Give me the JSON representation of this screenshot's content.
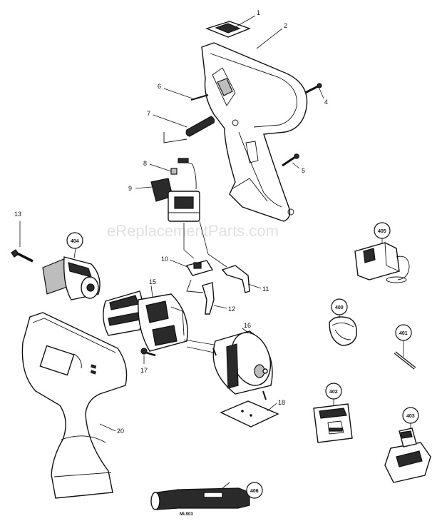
{
  "watermark": "eReplacementParts.com",
  "model_label": "ML903",
  "callouts": {
    "p1": "1",
    "p2": "2",
    "p4": "4",
    "p5": "5",
    "p6": "6",
    "p7": "7",
    "p8": "8",
    "p9": "9",
    "p10": "10",
    "p11": "11",
    "p12": "12",
    "p13": "13",
    "p15": "15",
    "p16": "16",
    "p17": "17",
    "p18": "18",
    "p20": "20",
    "p400": "400",
    "p401": "401",
    "p402": "402",
    "p403": "403",
    "p404": "404",
    "p405": "405",
    "p406": "406"
  },
  "colors": {
    "line": "#111111",
    "paper": "#ffffff",
    "watermark": "#c8c8c8"
  }
}
